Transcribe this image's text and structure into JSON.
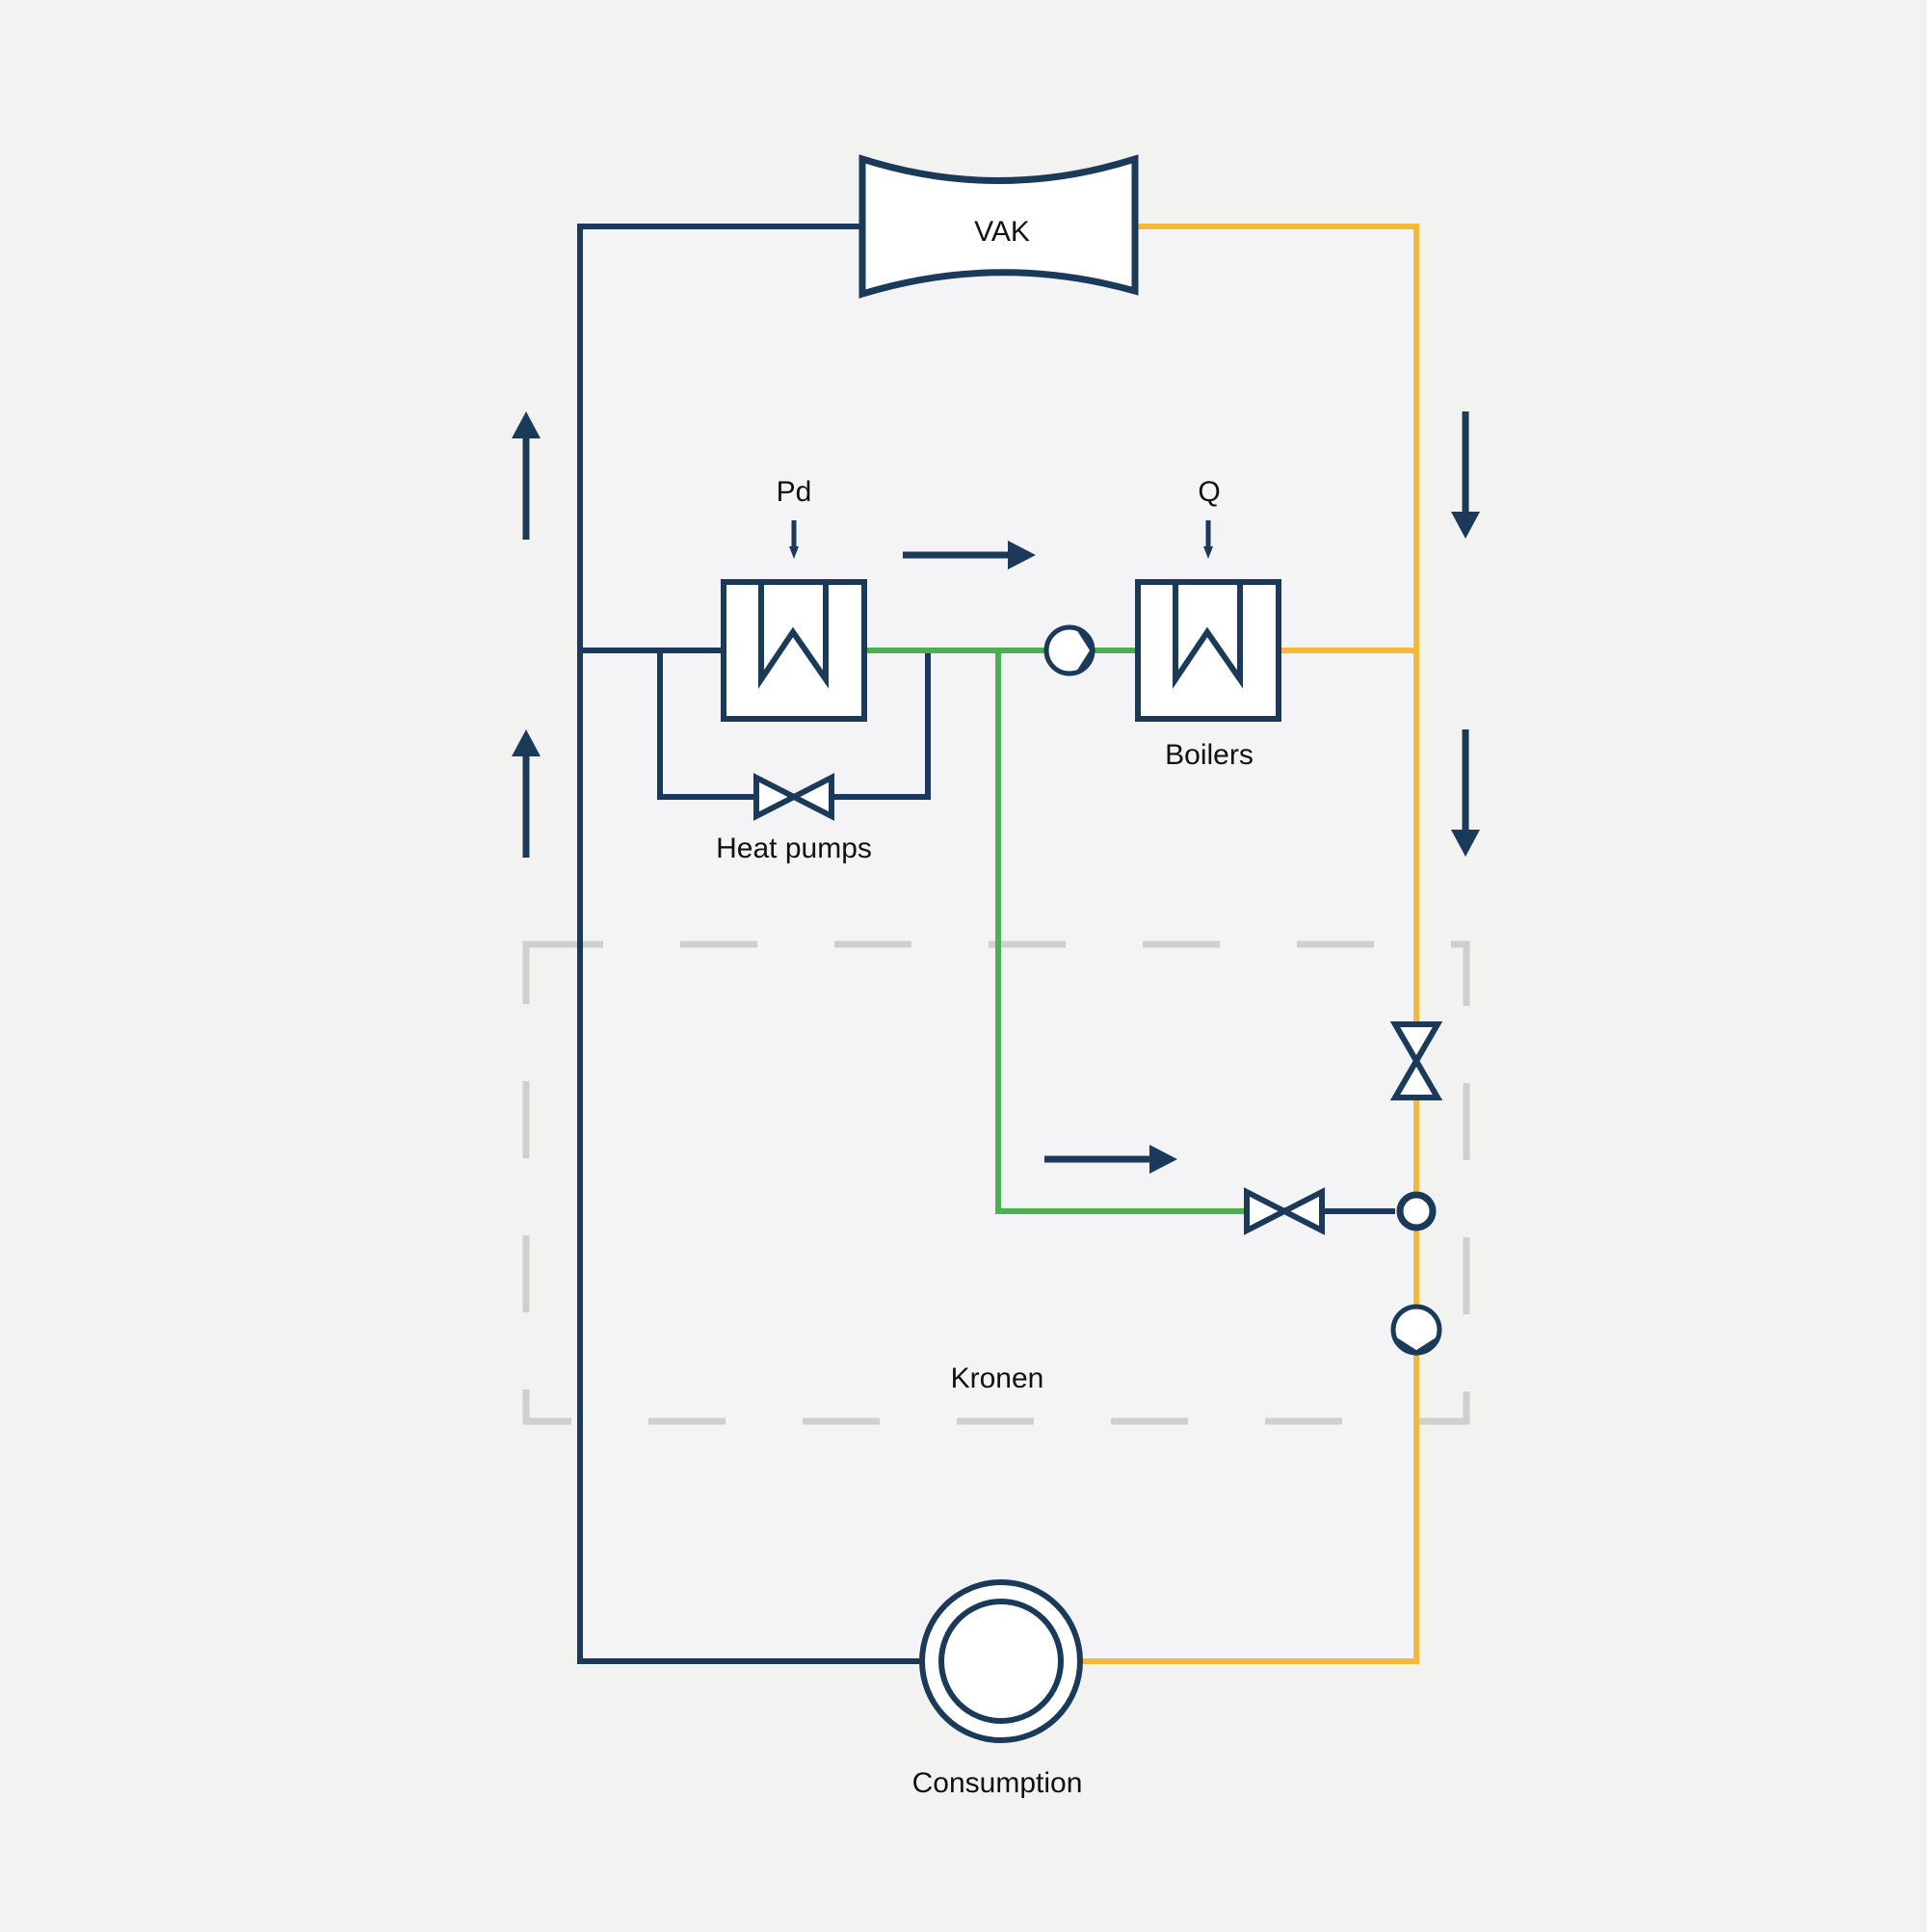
{
  "labels": {
    "vak": "VAK",
    "pd": "Pd",
    "q": "Q",
    "boilers": "Boilers",
    "heat_pumps": "Heat pumps",
    "kronen": "Kronen",
    "consumption": "Consumption"
  },
  "colors": {
    "return_line": "#1b3a5a",
    "supply_line": "#f2b93c",
    "heat_pump_line": "#4cb050",
    "boundary_dashed": "#cfcfcf",
    "canvas": "#f2f2f1",
    "panel": "#f4f4f6"
  },
  "icons": [
    "heat-exchanger-icon",
    "pump-icon",
    "valve-icon",
    "storage-tank-icon",
    "consumer-icon",
    "flow-arrow-icon"
  ]
}
